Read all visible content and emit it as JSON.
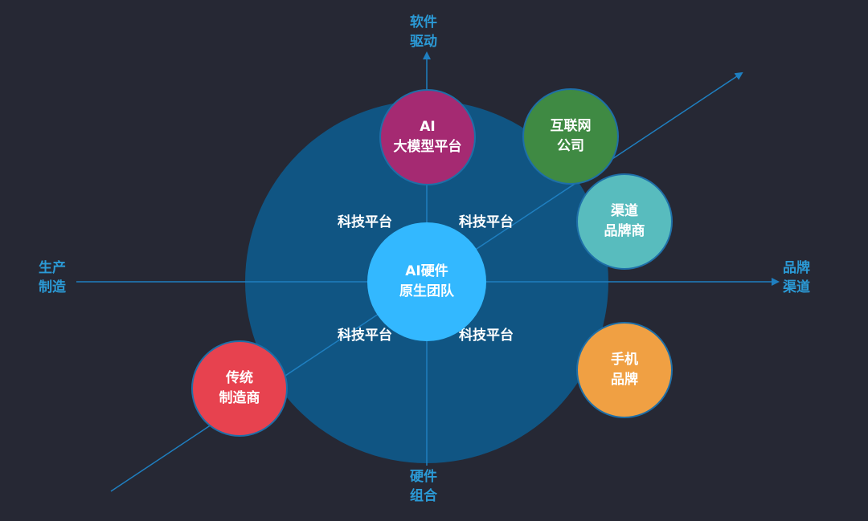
{
  "axes": {
    "top": [
      "软件",
      "驱动"
    ],
    "bottom": [
      "硬件",
      "组合"
    ],
    "left": [
      "生产",
      "制造"
    ],
    "right": [
      "品牌",
      "渠道"
    ]
  },
  "center": {
    "line1": "AI硬件",
    "line2": "原生团队",
    "color": "#33b8ff"
  },
  "tech_platform_label": "科技平台",
  "nodes": {
    "ai_platform": {
      "line1": "AI",
      "line2": "大模型平台",
      "color": "#a52a72"
    },
    "internet": {
      "line1": "互联网",
      "line2": "公司",
      "color": "#3f8a43"
    },
    "channel": {
      "line1": "渠道",
      "line2": "品牌商",
      "color": "#58bcbe"
    },
    "phone": {
      "line1": "手机",
      "line2": "品牌",
      "color": "#f0a043"
    },
    "traditional": {
      "line1": "传统",
      "line2": "制造商",
      "color": "#e7424f"
    }
  },
  "colors": {
    "background": "#262834",
    "big_circle": "#105583",
    "axis": "#1f7fc0"
  }
}
